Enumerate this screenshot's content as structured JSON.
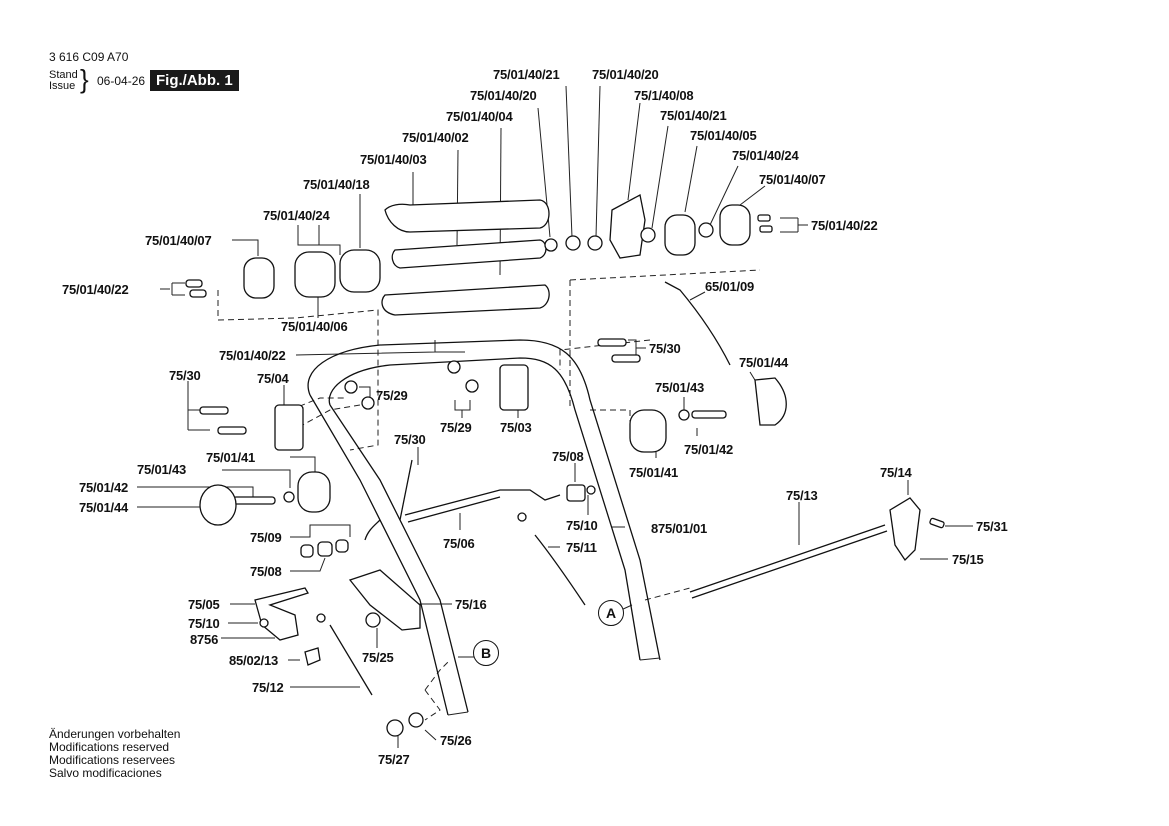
{
  "header": {
    "document_number": "3 616 C09 A70",
    "stand_label": "Stand",
    "issue_label": "Issue",
    "brace": "}",
    "date": "06-04-26",
    "figure_label": "Fig./Abb. 1"
  },
  "labels": {
    "top_75_01_40_21_a": "75/01/40/21",
    "top_75_01_40_20_a": "75/01/40/20",
    "top_75_01_40_20_b": "75/01/40/20",
    "top_75_1_40_08": "75/1/40/08",
    "top_75_01_40_04": "75/01/40/04",
    "top_75_01_40_21_b": "75/01/40/21",
    "top_75_01_40_02": "75/01/40/02",
    "top_75_01_40_05": "75/01/40/05",
    "top_75_01_40_03": "75/01/40/03",
    "top_75_01_40_24_r": "75/01/40/24",
    "top_75_01_40_18": "75/01/40/18",
    "top_75_01_40_07_r": "75/01/40/07",
    "top_75_01_40_24_l": "75/01/40/24",
    "top_75_01_40_22_r": "75/01/40/22",
    "left_75_01_40_07": "75/01/40/07",
    "left_75_01_40_22": "75/01/40/22",
    "l_75_01_40_06": "75/01/40/06",
    "r_65_01_09": "65/01/09",
    "c_75_01_40_22": "75/01/40/22",
    "r_75_30": "75/30",
    "l_75_30": "75/30",
    "l_75_04": "75/04",
    "r_75_01_44": "75/01/44",
    "c_75_29_a": "75/29",
    "r_75_01_43": "75/01/43",
    "c_75_29_b": "75/29",
    "c_75_03": "75/03",
    "r_75_01_42": "75/01/42",
    "c_75_30": "75/30",
    "l_75_01_41": "75/01/41",
    "c_75_08": "75/08",
    "r_75_01_41": "75/01/41",
    "l_75_01_43": "75/01/43",
    "r_75_14": "75/14",
    "l_75_01_42": "75/01/42",
    "r_75_13": "75/13",
    "l_75_01_44": "75/01/44",
    "c_75_10": "75/10",
    "c_875_01_01": "875/01/01",
    "r_75_31": "75/31",
    "l_75_09": "75/09",
    "c_75_06": "75/06",
    "c_75_11": "75/11",
    "r_75_15": "75/15",
    "l_75_08": "75/08",
    "l_75_05": "75/05",
    "c_75_16": "75/16",
    "l_75_10": "75/10",
    "l_8756": "8756",
    "l_85_02_13": "85/02/13",
    "c_75_25": "75/25",
    "l_75_12": "75/12",
    "b_75_26": "75/26",
    "b_75_27": "75/27"
  },
  "callouts": {
    "a": "A",
    "b": "B"
  },
  "footer_notes": [
    "Änderungen vorbehalten",
    "Modifications reserved",
    "Modifications reservees",
    "Salvo modificaciones"
  ]
}
